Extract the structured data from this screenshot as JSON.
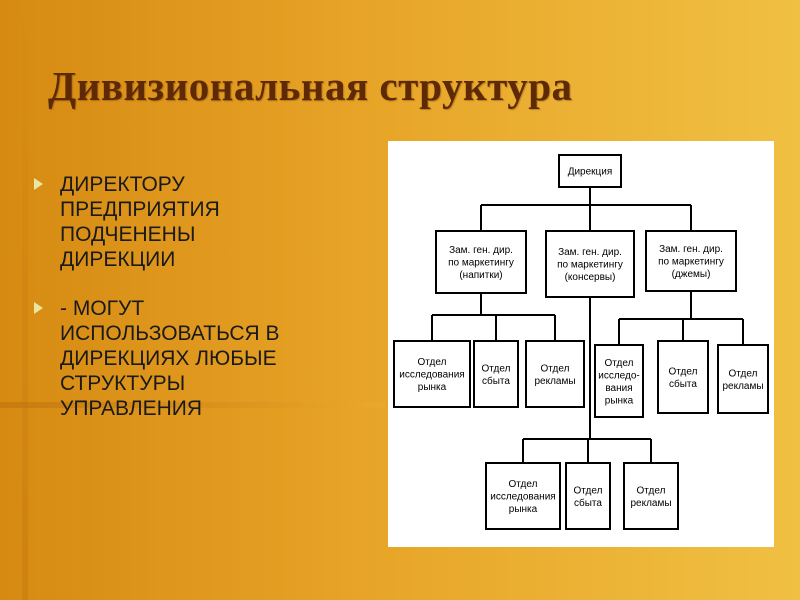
{
  "slide": {
    "title": "Дивизиональная структура",
    "bullets": [
      "ДИРЕКТОРУ\nПРЕДПРИЯТИЯ\nПОДЧЕНЕНЫ\nДИРЕКЦИИ",
      "- МОГУТ\nИСПОЛЬЗОВАТЬСЯ В\nДИРЕКЦИЯХ ЛЮБЫЕ\nСТРУКТУРЫ\nУПРАВЛЕНИЯ"
    ]
  },
  "org_chart": {
    "root": "Дирекция",
    "divisions": [
      {
        "label": [
          "Зам. ген. дир.",
          "по маркетингу",
          "(напитки)"
        ],
        "departments": [
          [
            "Отдел",
            "исследования",
            "рынка"
          ],
          [
            "Отдел",
            "сбыта"
          ],
          [
            "Отдел",
            "рекламы"
          ]
        ]
      },
      {
        "label": [
          "Зам. ген. дир.",
          "по маркетингу",
          "(консервы)"
        ],
        "departments": [
          [
            "Отдел",
            "исследования",
            "рынка"
          ],
          [
            "Отдел",
            "сбыта"
          ],
          [
            "Отдел",
            "рекламы"
          ]
        ]
      },
      {
        "label": [
          "Зам. ген. дир.",
          "по маркетингу",
          "(джемы)"
        ],
        "departments": [
          [
            "Отдел",
            "исследо-",
            "вания",
            "рынка"
          ],
          [
            "Отдел",
            "сбыта"
          ],
          [
            "Отдел",
            "рекламы"
          ]
        ]
      }
    ]
  }
}
